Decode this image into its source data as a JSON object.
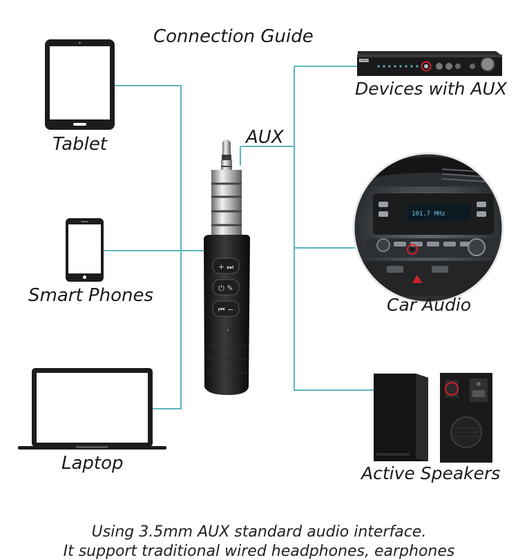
{
  "title": "Connection Guide",
  "aux_label": "AUX",
  "left_devices": {
    "tablet": "Tablet",
    "smartphones": "Smart Phones",
    "laptop": "Laptop"
  },
  "right_devices": {
    "aux_devices": "Devices with AUX",
    "car_audio": "Car Audio",
    "active_speakers": "Active Speakers"
  },
  "amplifier_badge": "DENON",
  "car_display_text": "101.7 MHz",
  "caption": {
    "line1": "Using 3.5mm AUX standard audio interface.",
    "line2": "It support traditional wired headphones, earphones"
  },
  "colors": {
    "connector_line": "#5bb5bd",
    "highlight_ring": "#d0202a",
    "device_outline": "#1c1c1c"
  }
}
